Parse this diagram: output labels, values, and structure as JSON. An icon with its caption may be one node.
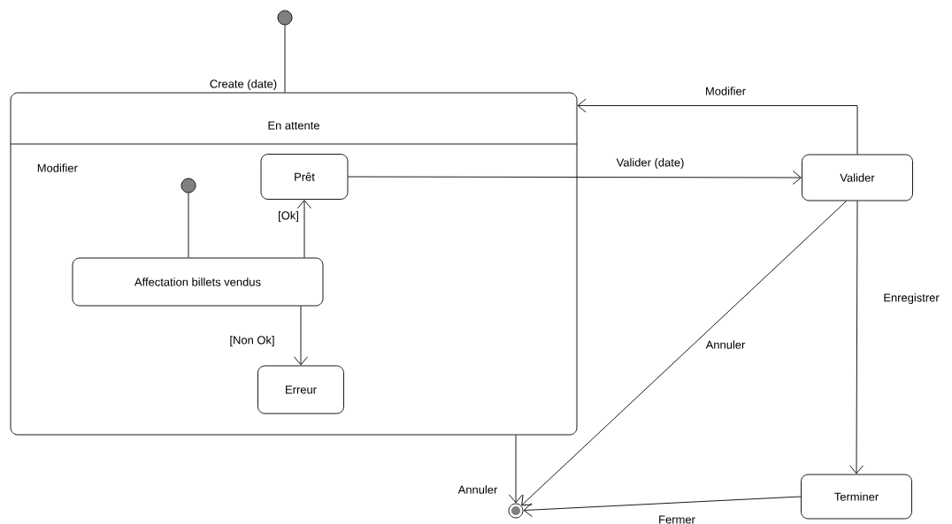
{
  "diagram": {
    "nodes": [
      {
        "text": [],
        "shape": "circle"
      },
      {
        "text": [
          "En attente",
          "Modifier"
        ]
      },
      {
        "text": [],
        "shape": "circle",
        "in": 1
      },
      {
        "text": [
          "Prêt"
        ],
        "in": 1
      },
      {
        "text": [
          "Affectation billets vendus"
        ],
        "in": 1
      },
      {
        "text": [
          "Erreur"
        ],
        "in": 1
      },
      {
        "text": [
          "Valider"
        ]
      },
      {
        "text": [
          "Terminer"
        ]
      },
      {
        "text": [],
        "shape": "circle"
      }
    ],
    "edges": [
      {
        "from": 0,
        "to": 1,
        "arrow": "none",
        "label": "Create (date)"
      },
      {
        "from": 2,
        "to": 4,
        "arrow": "none"
      },
      {
        "from": 4,
        "to": 3,
        "arrow": "to",
        "label": "[Ok]"
      },
      {
        "from": 4,
        "to": 5,
        "arrow": "to",
        "label": "[Non Ok]"
      },
      {
        "from": 3,
        "to": 6,
        "arrow": "to",
        "label": "Valider (date)"
      },
      {
        "from": 6,
        "to": 1,
        "arrow": "to",
        "label": "Modifier"
      },
      {
        "from": 6,
        "to": 8,
        "arrow": "to",
        "label": "Annuler"
      },
      {
        "from": 1,
        "to": 8,
        "arrow": "to",
        "label": "Annuler"
      },
      {
        "from": 6,
        "to": 7,
        "arrow": "to",
        "label": "Enregistrer"
      },
      {
        "from": 7,
        "to": 8,
        "arrow": "to",
        "label": "Fermer"
      }
    ]
  }
}
